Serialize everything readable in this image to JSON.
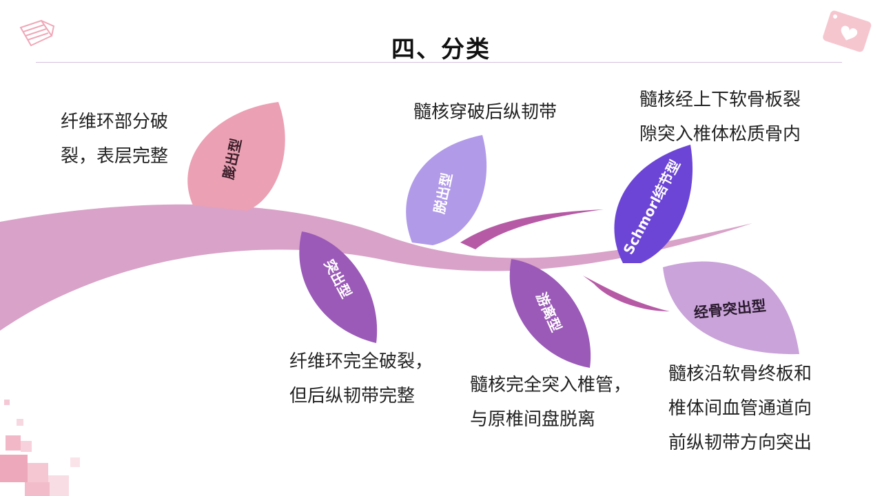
{
  "title": "四、分类",
  "types": [
    {
      "label": "膨出型",
      "description": [
        "纤维环部分破",
        "裂，表层完整"
      ],
      "color": "#eba0b3"
    },
    {
      "label": "突出型",
      "description": [
        "纤维环完全破裂，",
        "但后纵韧带完整"
      ],
      "color": "#9b5ab8"
    },
    {
      "label": "脱出型",
      "description": [
        "髓核穿破后纵韧带"
      ],
      "color": "#b19ae8"
    },
    {
      "label": "游离型",
      "description": [
        "髓核完全突入椎管，",
        "与原椎间盘脱离"
      ],
      "color": "#9b5ab8"
    },
    {
      "label": "Schmorl结节型",
      "description": [
        "髓核经上下软骨板裂",
        "隙突入椎体松质骨内"
      ],
      "color": "#6c45d6"
    },
    {
      "label": "经骨突出型",
      "description": [
        "髓核沿软骨终板和",
        "椎体间血管通道向",
        "前纵韧带方向突出"
      ],
      "color": "#c9a3d9"
    }
  ],
  "colors": {
    "branch": "#d9a2c8",
    "twig": "#b75aa6",
    "rule": "#d6bfe0"
  },
  "icons": [
    "pencil-scribble-icon",
    "heart-tag-icon",
    "pixel-squares-decoration"
  ]
}
